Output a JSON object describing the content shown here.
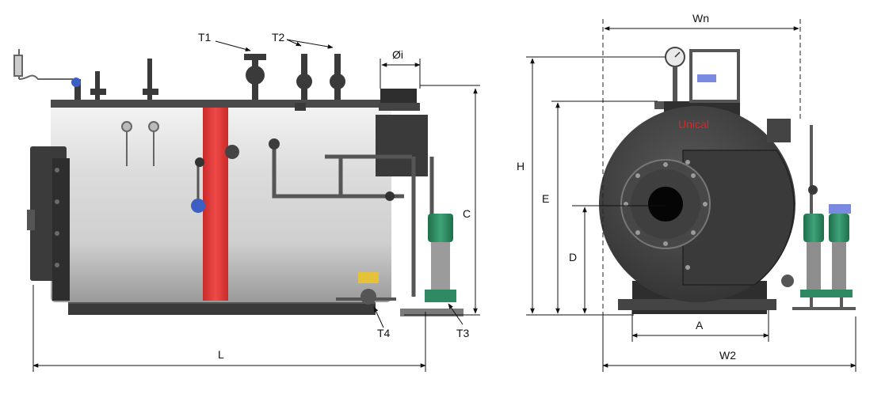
{
  "side_view": {
    "labels": {
      "t1": "T1",
      "t2": "T2",
      "oi": "Øi",
      "c": "C",
      "l": "L",
      "t3": "T3",
      "t4": "T4"
    }
  },
  "front_view": {
    "brand": "Unical",
    "labels": {
      "wn": "Wn",
      "h": "H",
      "e": "E",
      "d": "D",
      "a": "A",
      "w2": "W2"
    }
  },
  "colors": {
    "shell_light": "#e8e8e8",
    "shell_dark": "#3a3a3a",
    "red_band": "#e0302e",
    "pump_green": "#2f8a63",
    "brand_red": "#d8262a",
    "valve_blue": "#3c5fc4"
  }
}
